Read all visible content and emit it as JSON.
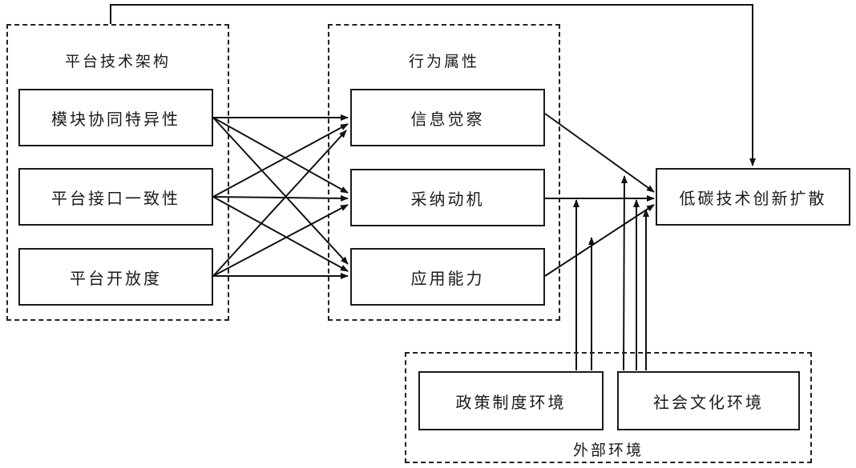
{
  "groups": {
    "platform": {
      "title": "平台技术架构",
      "items": [
        "模块协同特异性",
        "平台接口一致性",
        "平台开放度"
      ]
    },
    "behavior": {
      "title": "行为属性",
      "items": [
        "信息觉察",
        "采纳动机",
        "应用能力"
      ]
    },
    "external": {
      "title": "外部环境",
      "items": [
        "政策制度环境",
        "社会文化环境"
      ]
    }
  },
  "outcome": {
    "label": "低碳技术创新扩散"
  },
  "edges": [
    {
      "from": "模块协同特异性",
      "to": "信息觉察"
    },
    {
      "from": "模块协同特异性",
      "to": "采纳动机"
    },
    {
      "from": "模块协同特异性",
      "to": "应用能力"
    },
    {
      "from": "平台接口一致性",
      "to": "信息觉察"
    },
    {
      "from": "平台接口一致性",
      "to": "采纳动机"
    },
    {
      "from": "平台接口一致性",
      "to": "应用能力"
    },
    {
      "from": "平台开放度",
      "to": "信息觉察"
    },
    {
      "from": "平台开放度",
      "to": "采纳动机"
    },
    {
      "from": "平台开放度",
      "to": "应用能力"
    },
    {
      "from": "信息觉察",
      "to": "低碳技术创新扩散"
    },
    {
      "from": "采纳动机",
      "to": "低碳技术创新扩散"
    },
    {
      "from": "应用能力",
      "to": "低碳技术创新扩散"
    },
    {
      "from": "平台技术架构",
      "to": "低碳技术创新扩散"
    },
    {
      "from": "政策制度环境",
      "to": "采纳动机→低碳技术创新扩散",
      "type": "moderation"
    },
    {
      "from": "政策制度环境",
      "to": "应用能力→低碳技术创新扩散",
      "type": "moderation"
    },
    {
      "from": "社会文化环境",
      "to": "信息觉察→低碳技术创新扩散",
      "type": "moderation"
    },
    {
      "from": "社会文化环境",
      "to": "采纳动机→低碳技术创新扩散",
      "type": "moderation"
    },
    {
      "from": "社会文化环境",
      "to": "应用能力→低碳技术创新扩散",
      "type": "moderation"
    }
  ]
}
